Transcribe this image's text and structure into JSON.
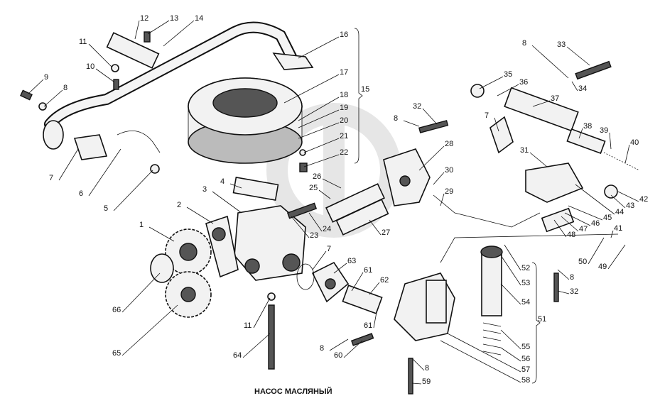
{
  "title": "НАСОС МАСЛЯНЫЙ",
  "watermark": "datapart",
  "labels": [
    "12",
    "13",
    "14",
    "11",
    "10",
    "9",
    "8",
    "16",
    "17",
    "18",
    "19",
    "20",
    "21",
    "22",
    "15",
    "7",
    "6",
    "5",
    "4",
    "3",
    "2",
    "1",
    "66",
    "65",
    "25",
    "26",
    "24",
    "23",
    "27",
    "28",
    "30",
    "29",
    "7",
    "63",
    "61",
    "62",
    "61",
    "11",
    "64",
    "8",
    "60",
    "32",
    "8",
    "7",
    "35",
    "36",
    "37",
    "8",
    "33",
    "34",
    "38",
    "39",
    "40",
    "31",
    "42",
    "43",
    "44",
    "45",
    "46",
    "47",
    "48",
    "41",
    "50",
    "49",
    "52",
    "53",
    "54",
    "51",
    "55",
    "56",
    "57",
    "58",
    "8",
    "32",
    "8",
    "59"
  ]
}
